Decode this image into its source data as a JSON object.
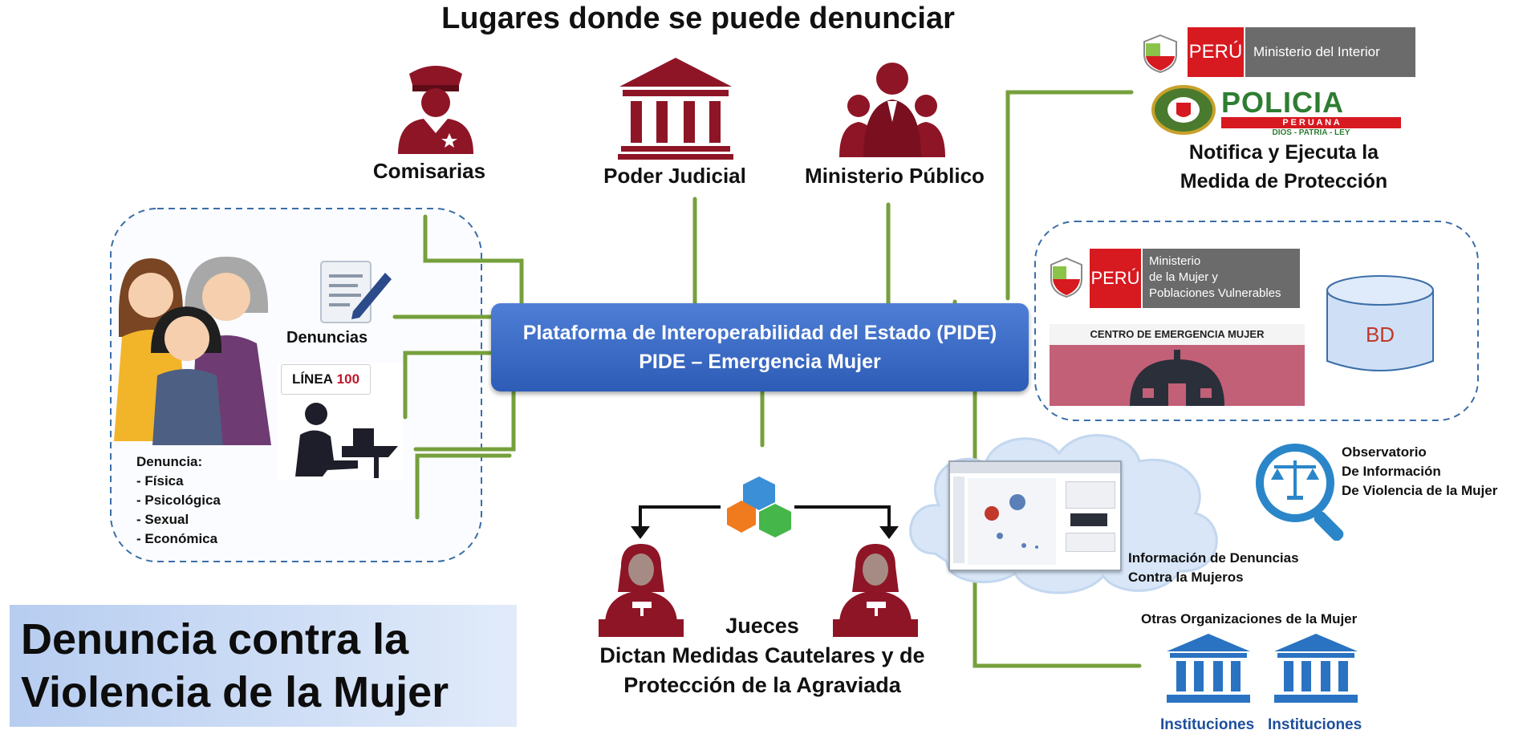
{
  "header": {
    "title": "Lugares donde se puede denunciar"
  },
  "sources": {
    "comisarias": "Comisarias",
    "poder_judicial": "Poder Judicial",
    "ministerio_publico": "Ministerio Público"
  },
  "platform": {
    "line1": "Plataforma de Interoperabilidad del Estado (PIDE)",
    "line2": "PIDE – Emergencia Mujer"
  },
  "complaints": {
    "denuncias_label": "Denuncias",
    "linea_prefix": "LÍNEA",
    "linea_number": "100",
    "types_heading": "Denuncia:",
    "types": [
      "- Física",
      "- Psicológica",
      "- Sexual",
      "- Económica"
    ]
  },
  "interior": {
    "peru": "PERÚ",
    "ministry": "Ministerio del Interior",
    "policia": "POLICIA",
    "peruana": "P E R U A N A",
    "motto": "DIOS - PATRIA - LEY",
    "caption_line1": "Notifica y Ejecuta la",
    "caption_line2": "Medida de Protección"
  },
  "mimp": {
    "peru": "PERÚ",
    "ministry_line1": "Ministerio",
    "ministry_line2": "de la Mujer y",
    "ministry_line3": "Poblaciones Vulnerables",
    "cem": "CENTRO DE EMERGENCIA MUJER",
    "db": "BD"
  },
  "judges": {
    "label": "Jueces",
    "line1": "Dictan Medidas Cautelares y de",
    "line2": "Protección de la Agraviada"
  },
  "info": {
    "line1": "Información de Denuncias",
    "line2": "Contra la Mujeros"
  },
  "observatory": {
    "line1": "Observatorio",
    "line2": "De Información",
    "line3": "De Violencia de la Mujer"
  },
  "others": {
    "title": "Otras Organizaciones de la Mujer",
    "inst1": "Instituciones",
    "inst2": "Instituciones"
  },
  "panel": {
    "line1": "Denuncia contra la",
    "line2": "Violencia de la Mujer"
  },
  "colors": {
    "maroon": "#8e1526",
    "connector": "#76a03c",
    "pide": "#2f5fb8",
    "arrow": "#111111",
    "dash": "#3b6ea8"
  }
}
